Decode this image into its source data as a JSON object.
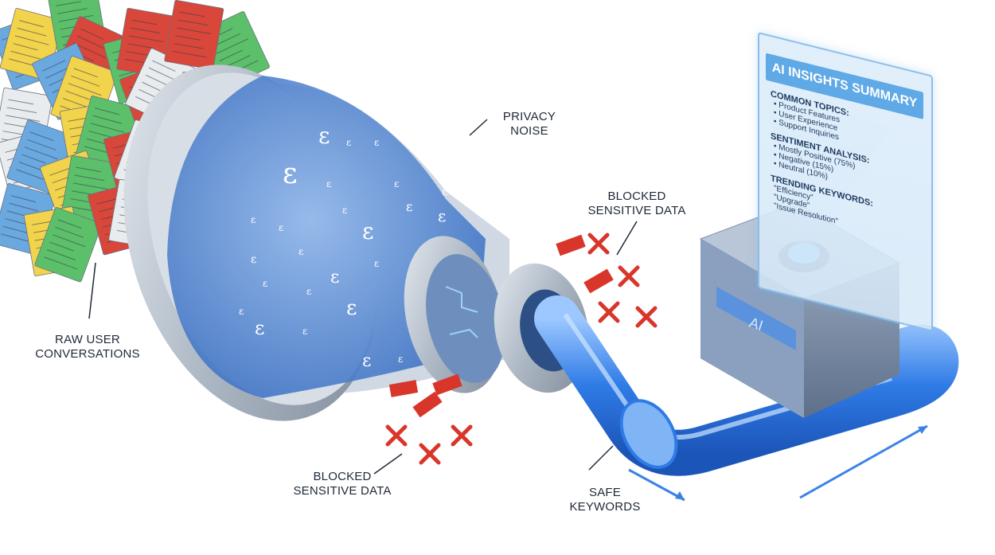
{
  "labels": {
    "raw_conversations": [
      "RAW USER",
      "CONVERSATIONS"
    ],
    "privacy_noise": [
      "PRIVACY",
      "NOISE"
    ],
    "blocked_top": [
      "BLOCKED",
      "SENSITIVE DATA"
    ],
    "blocked_bottom": [
      "BLOCKED",
      "SENSITIVE DATA"
    ],
    "safe_keywords": [
      "SAFE",
      "KEYWORDS"
    ]
  },
  "engine": {
    "label": "AI"
  },
  "noise_symbol": "ε",
  "summary_panel": {
    "title": "AI INSIGHTS SUMMARY",
    "sections": [
      {
        "heading": "COMMON TOPICS:",
        "items": [
          "• Product Features",
          "• User Experience",
          "• Support Inquiries"
        ]
      },
      {
        "heading": "SENTIMENT ANALYSIS:",
        "items": [
          "• Mostly Positive (75%)",
          "• Negative (15%)",
          "• Neutral (10%)"
        ]
      },
      {
        "heading": "TRENDING KEYWORDS:",
        "items": [
          "\"Efficiency\"",
          "\"Upgrade\"",
          "\"Issue Resolution\""
        ]
      }
    ]
  },
  "colors": {
    "funnel_blue": "#5b8fd6",
    "pipe_blue": "#2f7be6",
    "blocked_red": "#d9362b",
    "metal": "#b9c3cf",
    "doc_colors": [
      "#6aa8e0",
      "#f2d34c",
      "#5cbf6a",
      "#d9463a",
      "#e9ecef"
    ]
  }
}
